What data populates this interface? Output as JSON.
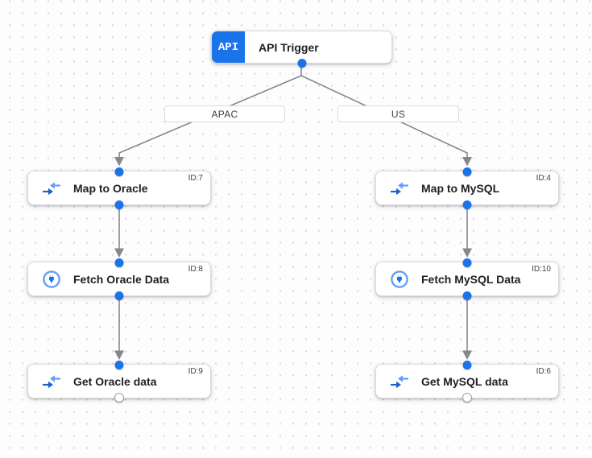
{
  "canvas": {
    "background_color": "#fdfdfe",
    "grid_dot_color": "#d6d8db"
  },
  "colors": {
    "accent_blue": "#1a73e8",
    "icon_light_blue": "#669df6",
    "edge_gray": "#80868b",
    "border_gray": "#dadce0",
    "text_dark": "#202124",
    "secondary_text": "#3c4043"
  },
  "trigger": {
    "badge": "API",
    "label": "API Trigger"
  },
  "branches": [
    {
      "label": "APAC"
    },
    {
      "label": "US"
    }
  ],
  "nodes": [
    {
      "label": "Map to Oracle",
      "id_label": "ID:7",
      "icon": "data-mapping-icon"
    },
    {
      "label": "Fetch Oracle Data",
      "id_label": "ID:8",
      "icon": "connector-icon"
    },
    {
      "label": "Get Oracle data",
      "id_label": "ID:9",
      "icon": "data-mapping-icon"
    },
    {
      "label": "Map to MySQL",
      "id_label": "ID:4",
      "icon": "data-mapping-icon"
    },
    {
      "label": "Fetch MySQL Data",
      "id_label": "ID:10",
      "icon": "connector-icon"
    },
    {
      "label": "Get MySQL data",
      "id_label": "ID:6",
      "icon": "data-mapping-icon"
    }
  ]
}
